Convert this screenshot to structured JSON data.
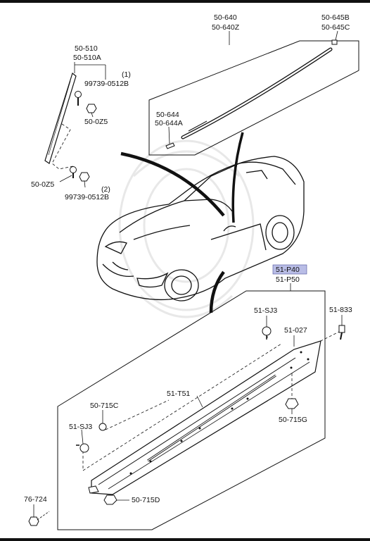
{
  "labels": {
    "p50_640": "50-640",
    "p50_640z": "50-640Z",
    "p50_645b": "50-645B",
    "p50_645c": "50-645C",
    "p50_644": "50-644",
    "p50_644a": "50-644A",
    "p50_510": "50-510",
    "p50_510a": "50-510A",
    "p99739_1": "99739-0512B",
    "callout_1": "(1)",
    "p50_0z5_a": "50-0Z5",
    "p50_0z5_b": "50-0Z5",
    "p99739_2": "99739-0512B",
    "callout_2": "(2)",
    "p51_p40": "51-P40",
    "p51_p50": "51-P50",
    "p51_sj3_a": "51-SJ3",
    "p51_833": "51-833",
    "p51_027": "51-027",
    "p51_t51": "51-T51",
    "p50_715c": "50-715C",
    "p51_sj3_b": "51-SJ3",
    "p50_715g": "50-715G",
    "p50_715d": "50-715D",
    "p76_724": "76-724"
  },
  "colors": {
    "highlight": "#b9bde6",
    "ink": "#111111"
  }
}
